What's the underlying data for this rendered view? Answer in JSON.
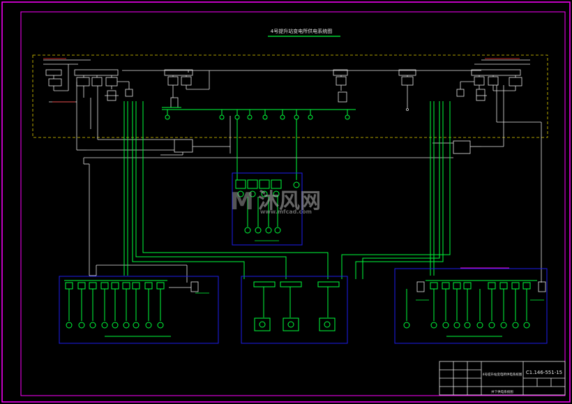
{
  "drawing": {
    "title": "4号提升站变电所供电系统图",
    "drawing_no": "C1.146-551-15",
    "titleblock_caption": "4号提升站变电所供电系统图",
    "titleblock_subcaption": "井下供电系统图",
    "colors": {
      "background": "#000000",
      "border_magenta": "#ff00ff",
      "wire_green": "#00ff3c",
      "wire_white": "#e6e6e6",
      "panel_blue": "#1e1ef0",
      "substation_yellow": "#e6d200",
      "label_red": "#ff3030"
    }
  },
  "watermark": {
    "brand_cn": "沐风网",
    "brand_url": "www.mfcad.com"
  }
}
